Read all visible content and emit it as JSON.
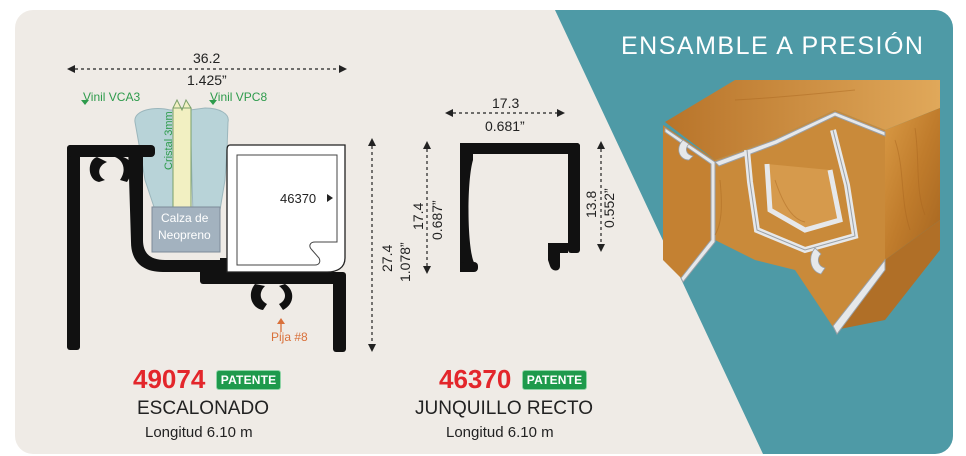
{
  "heading": "ENSAMBLE A PRESIÓN",
  "colors": {
    "background": "#efebe6",
    "teal_panel": "#4e9aa6",
    "profile": "#111111",
    "code_red": "#e3262b",
    "patent_green": "#1e9a4c",
    "vinyl_label_green": "#2e9b4c",
    "screw_label_orange": "#d9703a",
    "wood": "#c98a3a"
  },
  "profile_left": {
    "code": "49074",
    "badge": "PATENTE",
    "name": "ESCALONADO",
    "length": "Longitud 6.10 m",
    "width_mm": "36.2",
    "width_in": "1.425”",
    "height_mm": "27.4",
    "height_in": "1.078”",
    "vinyl_left": "Vinil VCA3",
    "vinyl_right": "Vinil VPC8",
    "glass": "Cristal 3mm",
    "shim_line1": "Calza de",
    "shim_line2": "Neopreno",
    "insert_ref": "46370",
    "screw": "Pija #8"
  },
  "profile_right": {
    "code": "46370",
    "badge": "PATENTE",
    "name": "JUNQUILLO RECTO",
    "length": "Longitud 6.10 m",
    "width_mm": "17.3",
    "width_in": "0.681”",
    "height_mm": "17.4",
    "height_in": "0.687”",
    "inner_mm": "13.8",
    "inner_in": "0.552”"
  }
}
